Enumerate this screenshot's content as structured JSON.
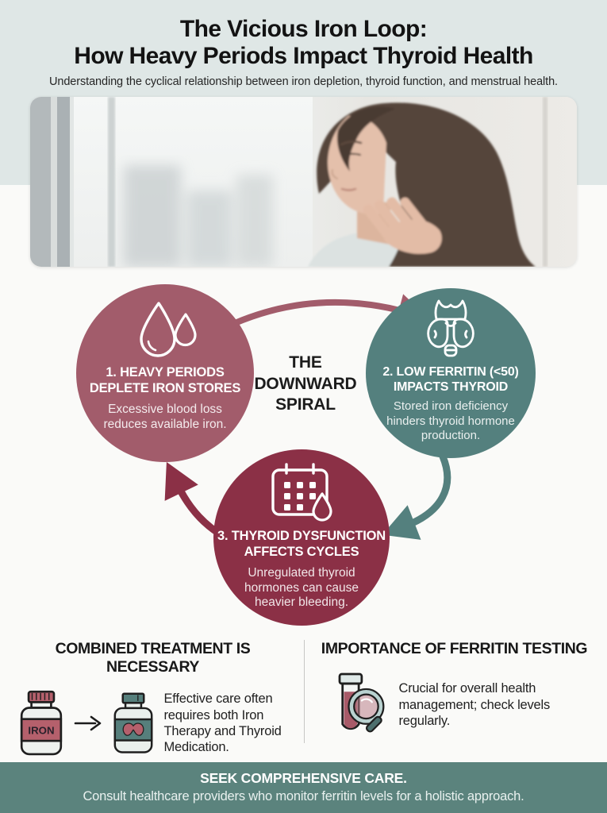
{
  "header": {
    "title_line1": "The Vicious Iron Loop:",
    "title_line2": "How Heavy Periods Impact Thyroid Health",
    "subtitle": "Understanding the cyclical relationship between iron depletion, thyroid function, and menstrual health."
  },
  "hero": {
    "description": "Photo of a woman with long brown hair touching her neck while looking out a bright window"
  },
  "cycle": {
    "center_label": "THE DOWNWARD SPIRAL",
    "steps": [
      {
        "icon": "blood-drops-icon",
        "title": "1. HEAVY PERIODS DEPLETE IRON STORES",
        "description": "Excessive blood loss reduces available iron.",
        "color": "#a25c6b"
      },
      {
        "icon": "thyroid-gland-icon",
        "title": "2. LOW FERRITIN (<50) IMPACTS THYROID",
        "description": "Stored iron deficiency hinders thyroid hormone production.",
        "color": "#54807e"
      },
      {
        "icon": "calendar-blood-drop-icon",
        "title": "3. THYROID DYSFUNCTION AFFECTS CYCLES",
        "description": "Unregulated thyroid hormones can cause heavier bleeding.",
        "color": "#8b3046"
      }
    ]
  },
  "treatment": {
    "heading": "COMBINED TREATMENT IS NECESSARY",
    "iron_bottle_label": "IRON",
    "icons": [
      "iron-bottle-icon",
      "arrow-right-icon",
      "thyroid-medication-bottle-icon"
    ],
    "text": "Effective care often requires both Iron Therapy and Thyroid Medication."
  },
  "testing": {
    "heading": "IMPORTANCE OF FERRITIN TESTING",
    "icons": [
      "ferritin-blood-test-icon"
    ],
    "text": "Crucial for overall health management; check levels regularly."
  },
  "footer": {
    "heading": "SEEK COMPREHENSIVE CARE.",
    "text": "Consult healthcare providers who monitor ferritin levels for a holistic approach."
  },
  "colors": {
    "header_background": "#dfe7e6",
    "page_background": "#fafaf8",
    "step1_maroon": "#a25c6b",
    "step2_teal": "#54807e",
    "step3_dark_maroon": "#8b3046",
    "footer_teal": "#5b837d",
    "text_dark": "#1b1b1b"
  }
}
